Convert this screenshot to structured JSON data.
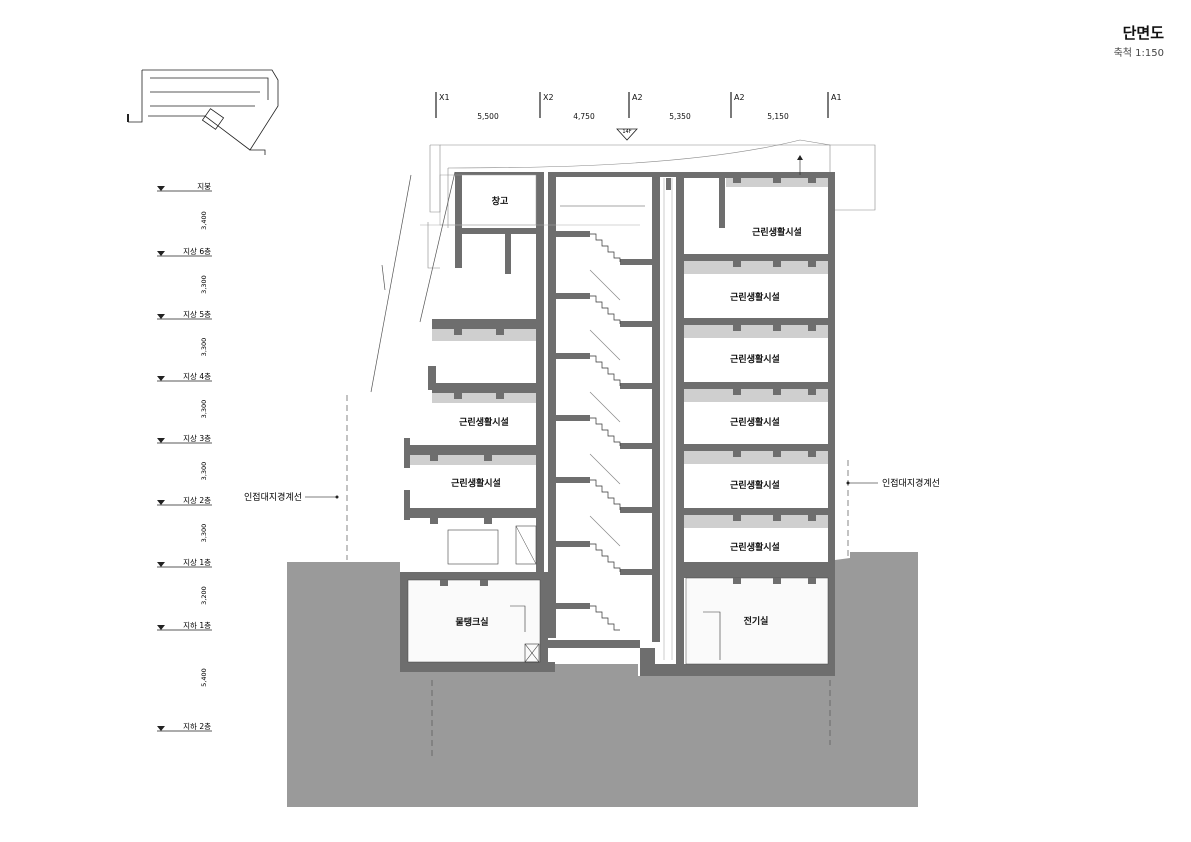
{
  "header": {
    "title": "단면도",
    "scale": "축척 1:150"
  },
  "grid": {
    "labels": [
      "X1",
      "X2",
      "A2",
      "A2",
      "A1"
    ],
    "dims": [
      "5,500",
      "4,750",
      "5,350",
      "5,150"
    ]
  },
  "levels": [
    {
      "label": "지붕",
      "dim": "3,400"
    },
    {
      "label": "지상 6층",
      "dim": "3,300"
    },
    {
      "label": "지상 5층",
      "dim": "3,300"
    },
    {
      "label": "지상 4층",
      "dim": "3,300"
    },
    {
      "label": "지상 3층",
      "dim": "3,300"
    },
    {
      "label": "지상 2층",
      "dim": "3,300"
    },
    {
      "label": "지상 1층",
      "dim": "3,200"
    },
    {
      "label": "지하 1층",
      "dim": "5,400"
    },
    {
      "label": "지하 2층",
      "dim": ""
    }
  ],
  "rooms": {
    "storage": "창고",
    "retail": "근린생활시설",
    "water_tank": "물탱크실",
    "electrical": "전기실"
  },
  "boundary_label": "인접대지경계선",
  "roof_marker": "14F",
  "colors": {
    "ground": "#9a9a9a",
    "wall": "#6e6e6e",
    "slab_band": "#cfcfcf",
    "line": "#222222"
  }
}
